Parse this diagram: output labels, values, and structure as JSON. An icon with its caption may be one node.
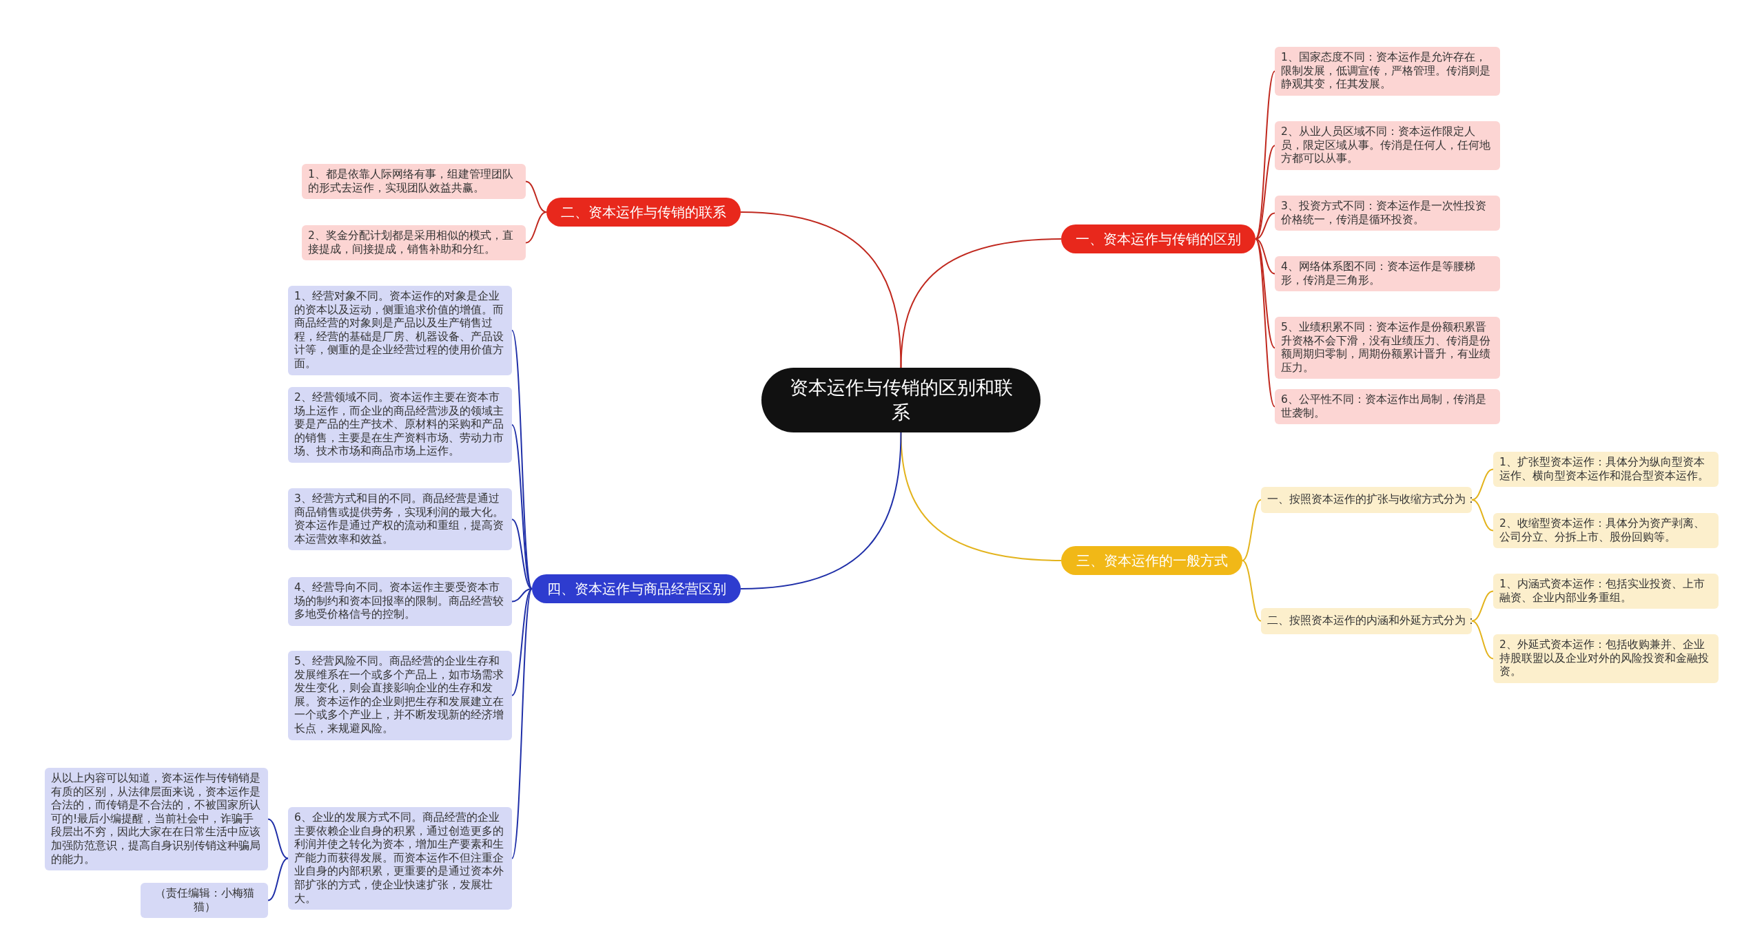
{
  "diagram": {
    "nodes": [
      {
        "text": [
          "资本运作与传销的区别和联系"
        ]
      },
      {
        "text": [
          "一、资本运作与传销的区别"
        ]
      },
      {
        "text": [
          "1、国家态度不同：资本运作是允许存在，限制发展，低调宣传，严格管理。传消则是静观其变，任其发展。"
        ]
      },
      {
        "text": [
          "2、从业人员区域不同：资本运作限定人员，限定区域从事。传消是任何人，任何地方都可以从事。"
        ]
      },
      {
        "text": [
          "3、投资方式不同：资本运作是一次性投资价格统一，传消是循环投资。"
        ]
      },
      {
        "text": [
          "4、网络体系图不同：资本运作是等腰梯形，传消是三角形。"
        ]
      },
      {
        "text": [
          "5、业绩积累不同：资本运作是份额积累晋升资格不会下滑，没有业绩压力、传消是份额周期归零制，周期份额累计晋升，有业绩压力。"
        ]
      },
      {
        "text": [
          "6、公平性不同：资本运作出局制，传消是世袭制。"
        ]
      },
      {
        "text": [
          "二、资本运作与传销的联系"
        ]
      },
      {
        "text": [
          "1、都是依靠人际网络有事，组建管理团队的形式去运作，实现团队效益共赢。"
        ]
      },
      {
        "text": [
          "2、奖金分配计划都是采用相似的模式，直接提成，间接提成，销售补助和分红。"
        ]
      },
      {
        "text": [
          "三、资本运作的一般方式"
        ]
      },
      {
        "text": [
          "一、按照资本运作的扩张与收缩方式分为："
        ]
      },
      {
        "text": [
          "1、扩张型资本运作：具体分为纵向型资本运作、横向型资本运作和混合型资本运作。"
        ]
      },
      {
        "text": [
          "2、收缩型资本运作：具体分为资产剥离、公司分立、分拆上市、股份回购等。"
        ]
      },
      {
        "text": [
          "二、按照资本运作的内涵和外延方式分为："
        ]
      },
      {
        "text": [
          "1、内涵式资本运作：包括实业投资、上市融资、企业内部业务重组。"
        ]
      },
      {
        "text": [
          "2、外延式资本运作：包括收购兼并、企业持股联盟以及企业对外的风险投资和金融投资。"
        ]
      },
      {
        "text": [
          "四、资本运作与商品经营区别"
        ]
      },
      {
        "text": [
          "1、经营对象不同。资本运作的对象是企业的资本以及运动，侧重追求价值的增值。而商品经营的对象则是产品以及生产销售过程，经营的基础是厂房、机器设备、产品设计等，侧重的是企业经营过程的使用价值方面。"
        ]
      },
      {
        "text": [
          "2、经营领域不同。资本运作主要在资本市场上运作，而企业的商品经营涉及的领域主要是产品的生产技术、原材料的采购和产品的销售，主要是在生产资料市场、劳动力市场、技术市场和商品市场上运作。"
        ]
      },
      {
        "text": [
          "3、经营方式和目的不同。商品经营是通过商品销售或提供劳务，实现利润的最大化。资本运作是通过产权的流动和重组，提高资本运营效率和效益。"
        ]
      },
      {
        "text": [
          "4、经营导向不同。资本运作主要受资本市场的制约和资本回报率的限制。商品经营较多地受价格信号的控制。"
        ]
      },
      {
        "text": [
          "5、经营风险不同。商品经营的企业生存和发展维系在一个或多个产品上，如市场需求发生变化，则会直接影响企业的生存和发展。资本运作的企业则把生存和发展建立在一个或多个产业上，并不断发现新的经济增长点，来规避风险。"
        ]
      },
      {
        "text": [
          "6、企业的发展方式不同。商品经营的企业主要依赖企业自身的积累，通过创造更多的利润并使之转化为资本，增加生产要素和生产能力而获得发展。而资本运作不但注重企业自身的内部积累，更重要的是通过资本外部扩张的方式，使企业快速扩张，发展壮大。"
        ]
      },
      {
        "text": [
          "从以上内容可以知道，资本运作与传销销是有质的区别，从法律层面来说，资本运作是合法的，而传销是不合法的，不被国家所认可的!最后小编提醒，当前社会中，诈骗手段层出不穷，因此大家在在日常生活中应该加强防范意识，提高自身识别传销这种骗局的能力。"
        ]
      },
      {
        "text": [
          "（责任编辑：小梅猫猫）"
        ]
      }
    ],
    "edges": [
      {
        "from": 0,
        "to": 1,
        "arrow": "none"
      },
      {
        "from": 1,
        "to": 2,
        "arrow": "none"
      },
      {
        "from": 1,
        "to": 3,
        "arrow": "none"
      },
      {
        "from": 1,
        "to": 4,
        "arrow": "none"
      },
      {
        "from": 1,
        "to": 5,
        "arrow": "none"
      },
      {
        "from": 1,
        "to": 6,
        "arrow": "none"
      },
      {
        "from": 1,
        "to": 7,
        "arrow": "none"
      },
      {
        "from": 0,
        "to": 8,
        "arrow": "none"
      },
      {
        "from": 8,
        "to": 9,
        "arrow": "none"
      },
      {
        "from": 8,
        "to": 10,
        "arrow": "none"
      },
      {
        "from": 0,
        "to": 11,
        "arrow": "none",
        "color": "#e3b31c"
      },
      {
        "from": 11,
        "to": 12,
        "arrow": "none",
        "color": "#e3b31c"
      },
      {
        "from": 12,
        "to": 13,
        "arrow": "none",
        "color": "#e3b31c"
      },
      {
        "from": 12,
        "to": 14,
        "arrow": "none",
        "color": "#e3b31c"
      },
      {
        "from": 11,
        "to": 15,
        "arrow": "none",
        "color": "#e3b31c"
      },
      {
        "from": 15,
        "to": 16,
        "arrow": "none",
        "color": "#e3b31c"
      },
      {
        "from": 15,
        "to": 17,
        "arrow": "none",
        "color": "#e3b31c"
      },
      {
        "from": 0,
        "to": 18,
        "arrow": "none",
        "color": "#1f2fa8"
      },
      {
        "from": 18,
        "to": 19,
        "arrow": "none",
        "color": "#1f2fa8"
      },
      {
        "from": 18,
        "to": 20,
        "arrow": "none",
        "color": "#1f2fa8"
      },
      {
        "from": 18,
        "to": 21,
        "arrow": "none",
        "color": "#1f2fa8"
      },
      {
        "from": 18,
        "to": 22,
        "arrow": "none",
        "color": "#1f2fa8"
      },
      {
        "from": 18,
        "to": 23,
        "arrow": "none",
        "color": "#1f2fa8"
      },
      {
        "from": 18,
        "to": 24,
        "arrow": "none",
        "color": "#1f2fa8"
      },
      {
        "from": 24,
        "to": 25,
        "arrow": "none",
        "color": "#1f2fa8"
      },
      {
        "from": 24,
        "to": 26,
        "arrow": "none",
        "color": "#1f2fa8"
      }
    ]
  }
}
